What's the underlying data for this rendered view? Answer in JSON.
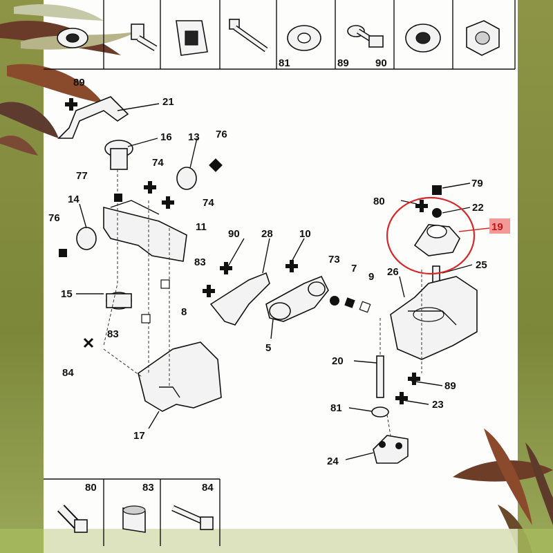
{
  "diagram": {
    "top_strip_labels": [
      "81",
      "89",
      "90"
    ],
    "bottom_strip_labels": [
      "80",
      "83",
      "84"
    ],
    "callouts": {
      "c89a": "89",
      "c21": "21",
      "c16": "16",
      "c13": "13",
      "c76a": "76",
      "c77": "77",
      "c74a": "74",
      "c74b": "74",
      "c14": "14",
      "c11": "11",
      "c76b": "76",
      "c90": "90",
      "c28": "28",
      "c10": "10",
      "c83a": "83",
      "c15": "15",
      "c8": "8",
      "c73": "73",
      "c7": "7",
      "c9": "9",
      "c83b": "83",
      "c5": "5",
      "c84": "84",
      "c17": "17",
      "c79": "79",
      "c80": "80",
      "c22": "22",
      "c19": "19",
      "c25": "25",
      "c26": "26",
      "c20": "20",
      "c89b": "89",
      "c23": "23",
      "c81": "81",
      "c24": "24"
    },
    "highlighted_part": "19",
    "highlight_color": "#d62828"
  }
}
